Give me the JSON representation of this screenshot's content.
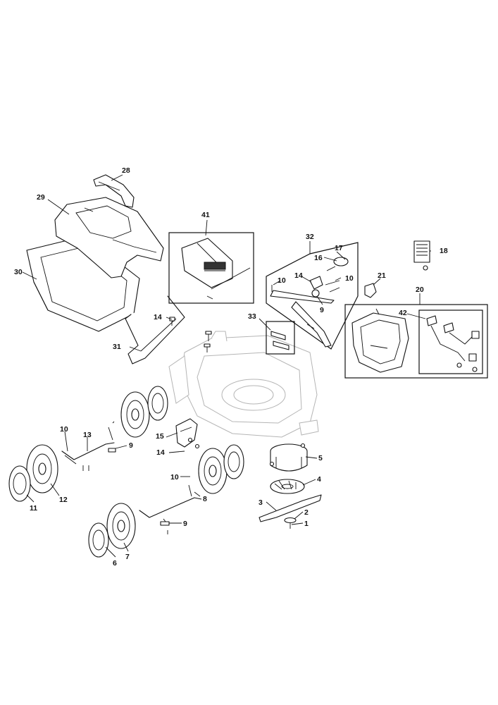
{
  "callouts": {
    "c1": "1",
    "c2": "2",
    "c3": "3",
    "c4": "4",
    "c5": "5",
    "c6": "6",
    "c7": "7",
    "c8": "8",
    "c9a": "9",
    "c9b": "9",
    "c9c": "9",
    "c10a": "10",
    "c10b": "10",
    "c10c": "10",
    "c10d": "10",
    "c11": "11",
    "c12": "12",
    "c13": "13",
    "c14a": "14",
    "c14b": "14",
    "c14c": "14",
    "c15": "15",
    "c16": "16",
    "c17": "17",
    "c18": "18",
    "c20": "20",
    "c21": "21",
    "c28": "28",
    "c29": "29",
    "c30": "30",
    "c31": "31",
    "c32": "32",
    "c33": "33",
    "c41": "41",
    "c42": "42"
  },
  "colors": {
    "ink": "#111111",
    "ghost": "#b5b5b5",
    "paper": "#ffffff"
  }
}
